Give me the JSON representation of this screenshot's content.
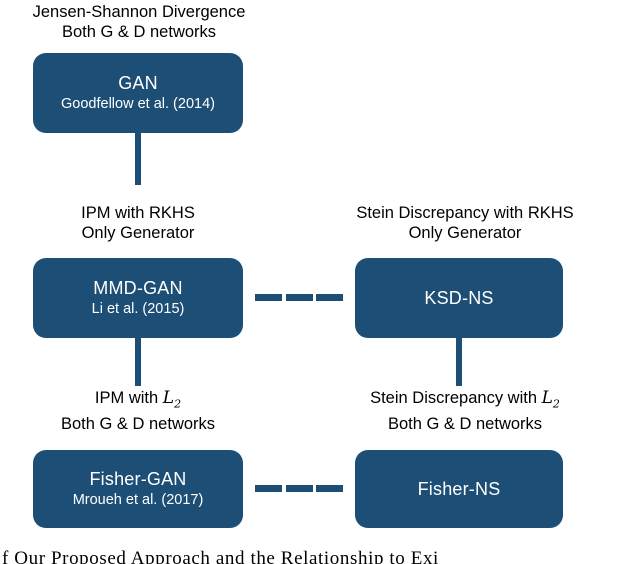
{
  "figure": {
    "kind": "flow-diagram",
    "box_color": "#1d4e75",
    "text_color": "#ffffff",
    "label_color": "#000000",
    "background": "#ffffff"
  },
  "annotations": {
    "gan_top": {
      "line1": "Jensen-Shannon Divergence",
      "line2": "Both G & D networks"
    },
    "mmd_top": {
      "line1": "IPM with RKHS",
      "line2": "Only Generator"
    },
    "ksd_top": {
      "line1": "Stein Discrepancy with RKHS",
      "line2": "Only Generator"
    },
    "fishergan_top": {
      "line1_prefix": "IPM with ",
      "line1_math": "L",
      "line1_sub": "2",
      "line2": "Both G & D networks"
    },
    "fisherns_top": {
      "line1_prefix": "Stein Discrepancy with ",
      "line1_math": "L",
      "line1_sub": "2",
      "line2": "Both G & D networks"
    }
  },
  "nodes": {
    "gan": {
      "title": "GAN",
      "cite": "Goodfellow et al. (2014)"
    },
    "mmd_gan": {
      "title": "MMD-GAN",
      "cite": "Li et al. (2015)"
    },
    "ksd_ns": {
      "title": "KSD-NS",
      "cite": ""
    },
    "fisher_gan": {
      "title": "Fisher-GAN",
      "cite": "Mroueh et al. (2017)"
    },
    "fisher_ns": {
      "title": "Fisher-NS",
      "cite": ""
    }
  },
  "caption": {
    "text": "f Our Proposed Approach and the Relationship to Exi"
  }
}
